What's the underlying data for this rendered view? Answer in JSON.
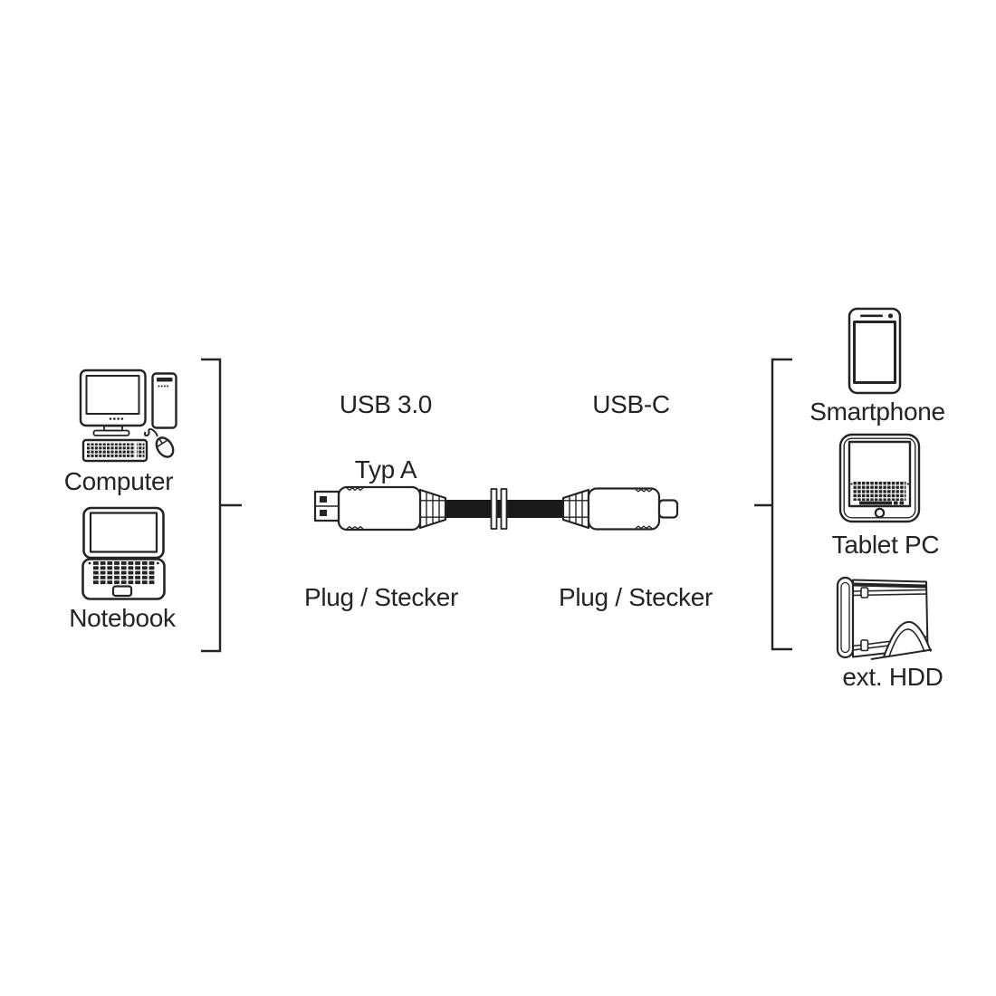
{
  "diagram_type": "usb-cable-connection-diagram",
  "colors": {
    "line": "#242424",
    "text": "#242424",
    "cable": "#1a1a1a",
    "background": "#ffffff"
  },
  "left_group": {
    "devices": [
      {
        "icon": "desktop-computer-icon",
        "label": "Computer"
      },
      {
        "icon": "notebook-icon",
        "label": "Notebook"
      }
    ]
  },
  "cable": {
    "left_connector": {
      "standard": "USB 3.0",
      "type": "Typ A",
      "role": "Plug / Stecker"
    },
    "right_connector": {
      "standard": "USB-C",
      "role": "Plug / Stecker"
    }
  },
  "right_group": {
    "devices": [
      {
        "icon": "smartphone-icon",
        "label": "Smartphone"
      },
      {
        "icon": "tablet-pc-icon",
        "label": "Tablet PC"
      },
      {
        "icon": "external-hdd-icon",
        "label": "ext. HDD"
      }
    ]
  }
}
